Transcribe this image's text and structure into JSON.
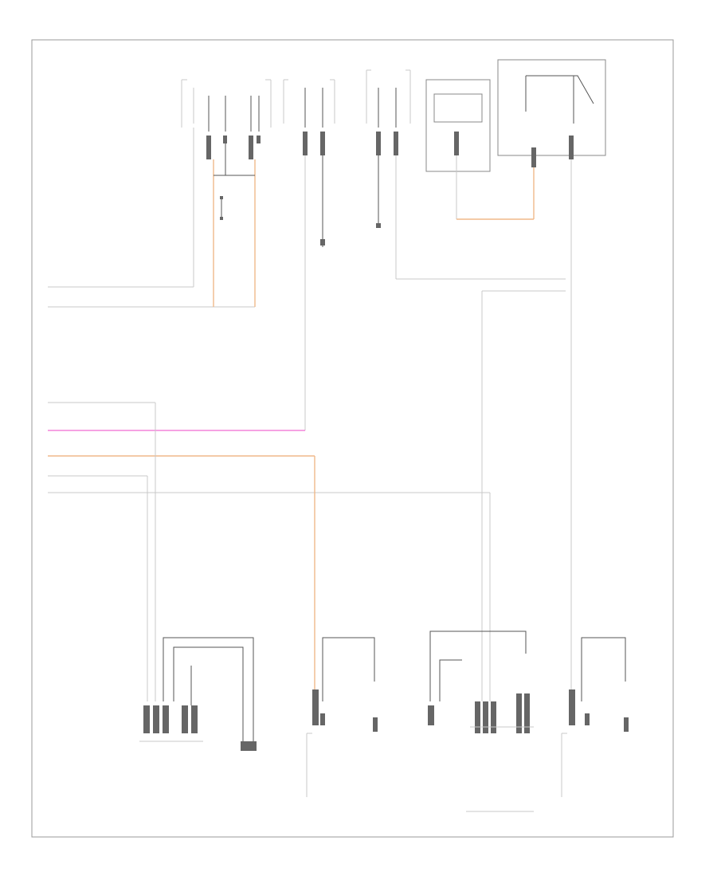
{
  "diagram": {
    "page_footer": "",
    "components": [
      {
        "id": "top-left-lamp-assembly",
        "label": ""
      },
      {
        "id": "top-center-switch",
        "label": ""
      },
      {
        "id": "top-center-lamp",
        "label": ""
      },
      {
        "id": "top-right-module",
        "label": ""
      },
      {
        "id": "top-right-relay",
        "label": ""
      },
      {
        "id": "right-splice-note",
        "label": ""
      },
      {
        "id": "bottom-right-tail-assembly",
        "label": ""
      },
      {
        "id": "bottom-license-lamp-right",
        "label": ""
      },
      {
        "id": "bottom-left-tail-assembly",
        "label": ""
      },
      {
        "id": "bottom-license-lamp-left",
        "label": ""
      }
    ],
    "wire_colors": {
      "orange": "#f0b98a",
      "pink": "#f06ad2",
      "gray": "#c8c8c8",
      "black": "#555555"
    },
    "ground_label": ""
  }
}
